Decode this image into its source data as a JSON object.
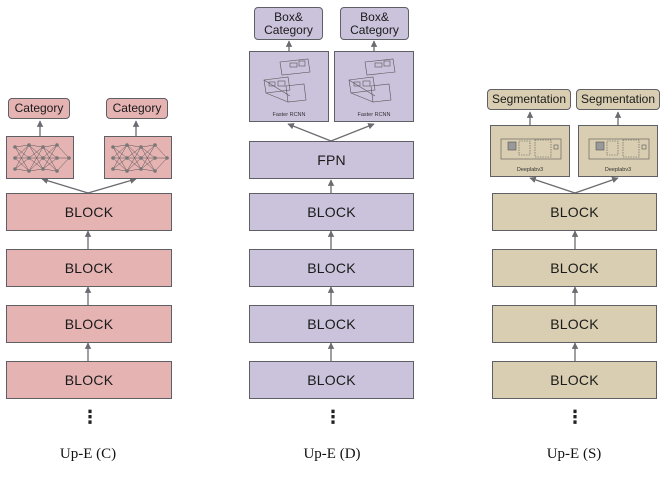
{
  "columns": [
    {
      "caption": "Up-E (C)",
      "blocks": [
        "BLOCK",
        "BLOCK",
        "BLOCK",
        "BLOCK"
      ],
      "heads": [
        {
          "label": "Category"
        },
        {
          "label": "Category"
        }
      ],
      "fill": "#e6b3b3"
    },
    {
      "caption": "Up-E (D)",
      "blocks": [
        "BLOCK",
        "BLOCK",
        "BLOCK",
        "BLOCK"
      ],
      "neck": "FPN",
      "heads": [
        {
          "label": "Box&\nCategory",
          "model": "Faster RCNN"
        },
        {
          "label": "Box&\nCategory",
          "model": "Faster RCNN"
        }
      ],
      "fill": "#cbc3dc"
    },
    {
      "caption": "Up-E (S)",
      "blocks": [
        "BLOCK",
        "BLOCK",
        "BLOCK",
        "BLOCK"
      ],
      "heads": [
        {
          "label": "Segmentation",
          "model": "Deeplabv3"
        },
        {
          "label": "Segmentation",
          "model": "Deeplabv3"
        }
      ],
      "fill": "#d9ceb1"
    }
  ],
  "ellipsis": "⋮",
  "colors": {
    "border": "#5f5f66",
    "arrow": "#6b6b70"
  }
}
